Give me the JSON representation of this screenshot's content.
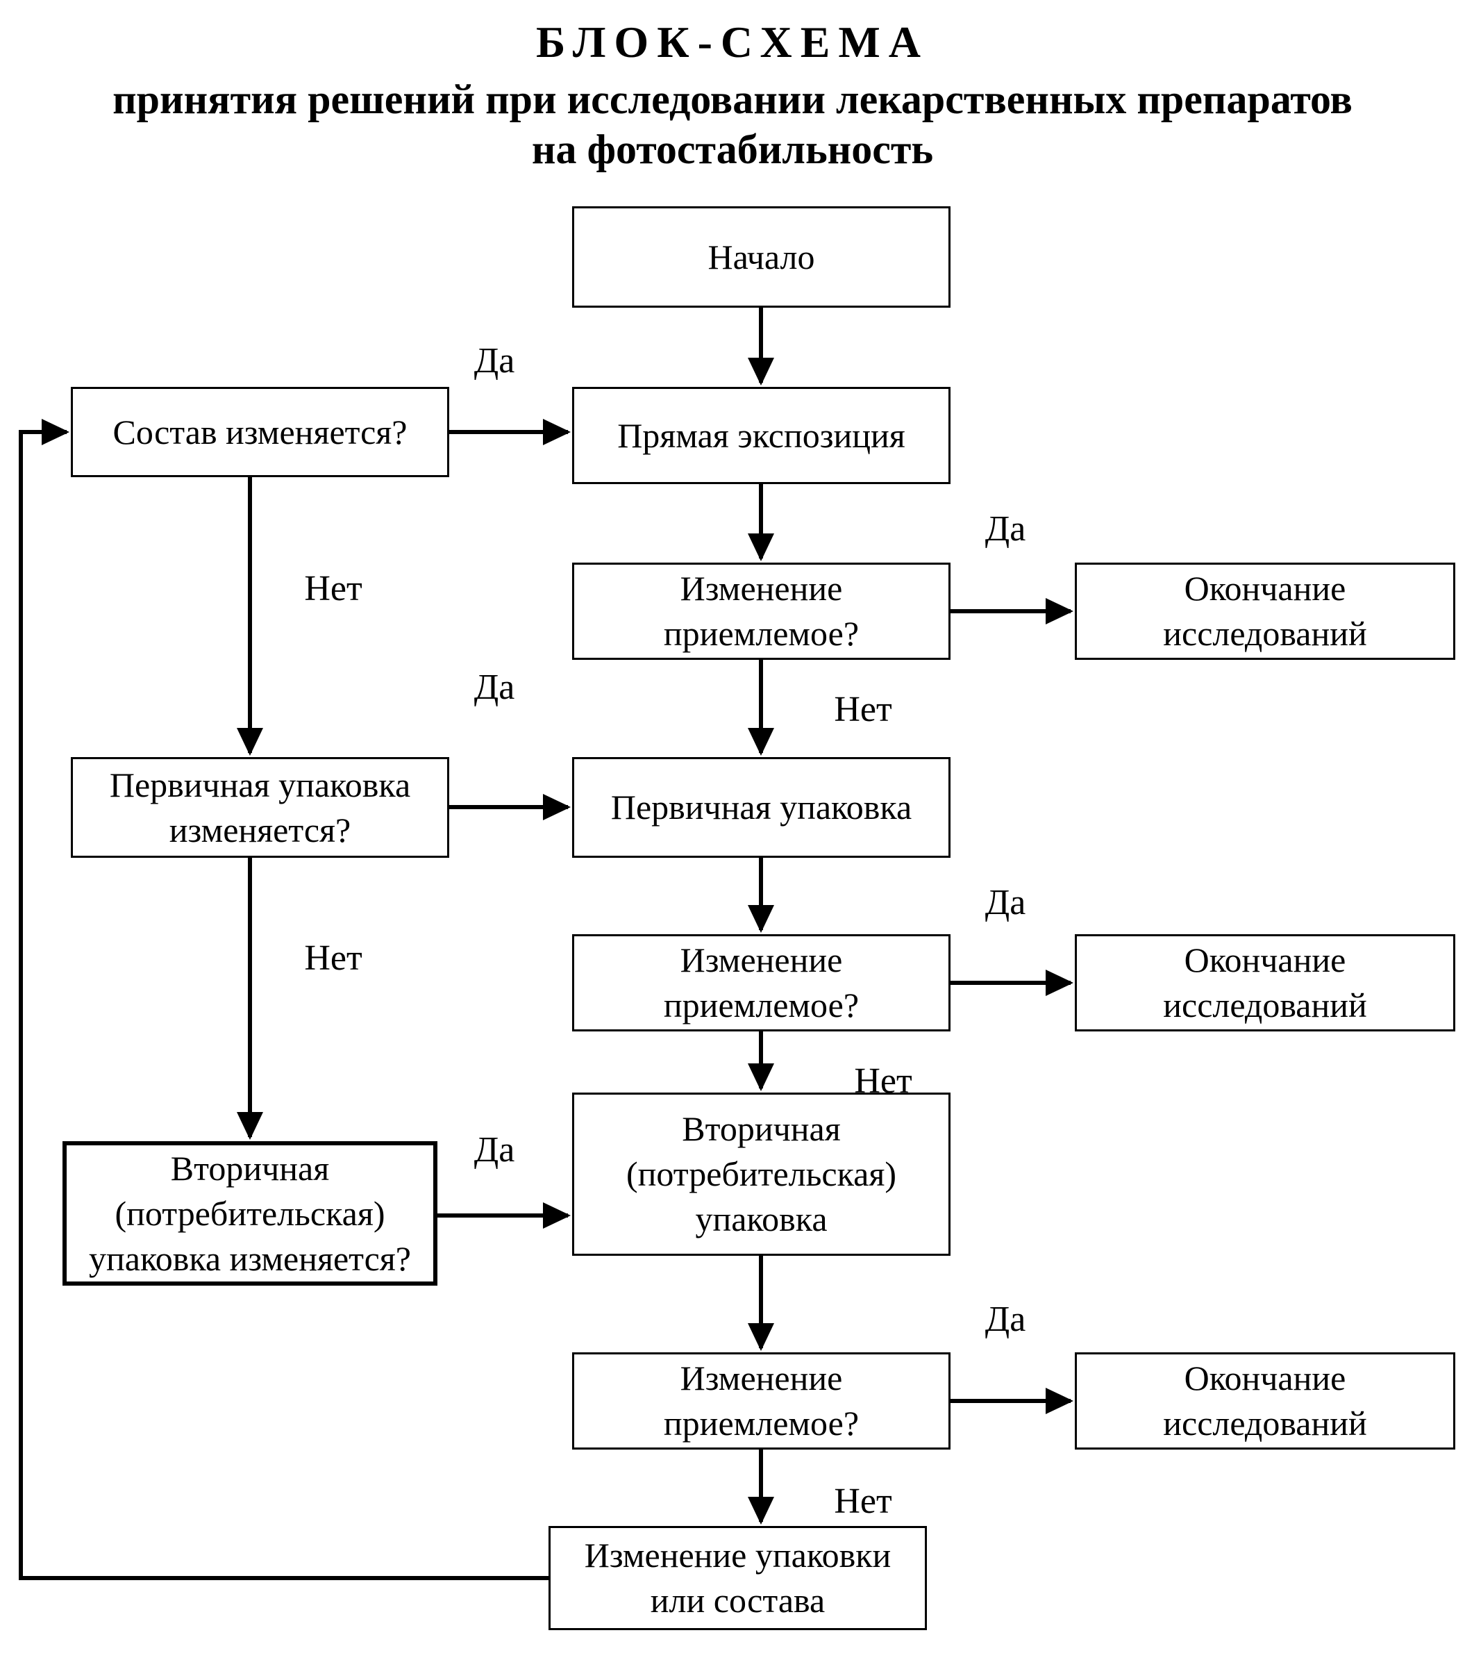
{
  "title": {
    "line1": "БЛОК-СХЕМА",
    "line2": "принятия решений при исследовании лекарственных препаратов",
    "line3": "на фотостабильность"
  },
  "nodes": {
    "start": "Начало",
    "composition_changes": "Состав изменяется?",
    "direct_exposure": "Прямая экспозиция",
    "change_acceptable": "Изменение\nприемлемое?",
    "end_of_studies": "Окончание\nисследований",
    "primary_pack_changes": "Первичная упаковка\nизменяется?",
    "primary_pack": "Первичная упаковка",
    "secondary_pack_changes": "Вторичная\n(потребительская)\nупаковка изменяется?",
    "secondary_pack": "Вторичная\n(потребительская)\nупаковка",
    "change_pack_or_composition": "Изменение упаковки\nили состава"
  },
  "labels": {
    "yes": "Да",
    "no": "Нет"
  },
  "colors": {
    "ink": "#000000",
    "background": "#ffffff"
  }
}
